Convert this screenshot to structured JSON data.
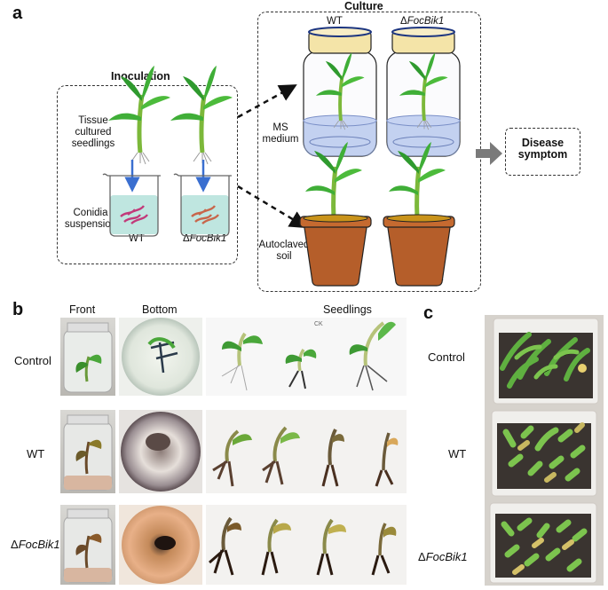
{
  "panel_a": {
    "letter": "a",
    "inoculation_title": "Inoculation",
    "culture_title": "Culture",
    "seedling_label": "Tissue\ncultured\nseedlings",
    "suspension_label": "Conidia\nsuspension",
    "medium_label": "MS\nmedium",
    "soil_label": "Autoclaved\nsoil",
    "wt": "WT",
    "delta": "Δ",
    "mutant": "FocBik1",
    "disease_label": "Disease\nsymptom"
  },
  "panel_b": {
    "letter": "b",
    "col_front": "Front",
    "col_bottom": "Bottom",
    "col_seedlings": "Seedlings",
    "row_control": "Control",
    "row_wt": "WT",
    "row_delta": "Δ",
    "row_mutant": "FocBik1",
    "photo_annotation": "CK"
  },
  "panel_c": {
    "letter": "c",
    "row_control": "Control",
    "row_wt": "WT",
    "row_delta": "Δ",
    "row_mutant": "FocBik1"
  },
  "colors": {
    "dish_blue": "#9fb5e8",
    "suspension": "#bfe6e0",
    "pot_brown": "#b55e2a",
    "leaf_green": "#3fae37",
    "arrow_blue": "#3a6fd0",
    "arrow_gray": "#7a7a7a"
  }
}
